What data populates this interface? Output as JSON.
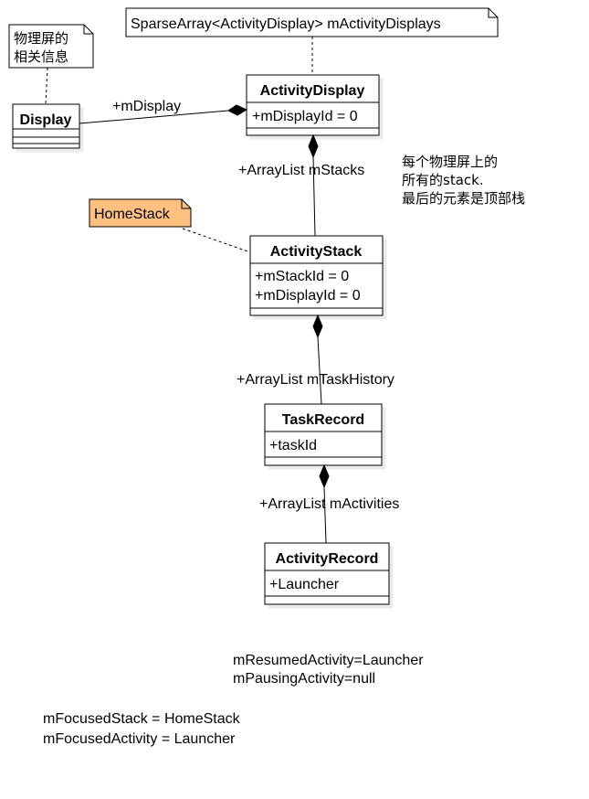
{
  "notes": {
    "sparse_array": "SparseArray<ActivityDisplay> mActivityDisplays",
    "physical_screen_line1": "物理屏的",
    "physical_screen_line2": "相关信息",
    "home_stack": "HomeStack"
  },
  "classes": {
    "display": {
      "name": "Display",
      "attributes": []
    },
    "activity_display": {
      "name": "ActivityDisplay",
      "attributes": [
        "+mDisplayId = 0"
      ]
    },
    "activity_stack": {
      "name": "ActivityStack",
      "attributes": [
        "+mStackId = 0",
        "+mDisplayId = 0"
      ]
    },
    "task_record": {
      "name": "TaskRecord",
      "attributes": [
        "+taskId"
      ]
    },
    "activity_record": {
      "name": "ActivityRecord",
      "attributes": [
        "+Launcher"
      ]
    }
  },
  "edge_labels": {
    "m_display": "+mDisplay",
    "m_stacks": "+ArrayList  mStacks",
    "m_task_history": "+ArrayList mTaskHistory",
    "m_activities": "+ArrayList mActivities"
  },
  "annotations": {
    "stacks_line1": "每个物理屏上的",
    "stacks_line2": "所有的stack.",
    "stacks_line3": "最后的元素是顶部栈",
    "resumed_activity": "mResumedActivity=Launcher",
    "pausing_activity": "mPausingActivity=null",
    "focused_stack": "mFocusedStack = HomeStack",
    "focused_activity": "mFocusedActivity = Launcher"
  },
  "colors": {
    "home_stack_fill": "#ffc080",
    "stroke": "#000000",
    "shadow": "#f0f0f0"
  }
}
